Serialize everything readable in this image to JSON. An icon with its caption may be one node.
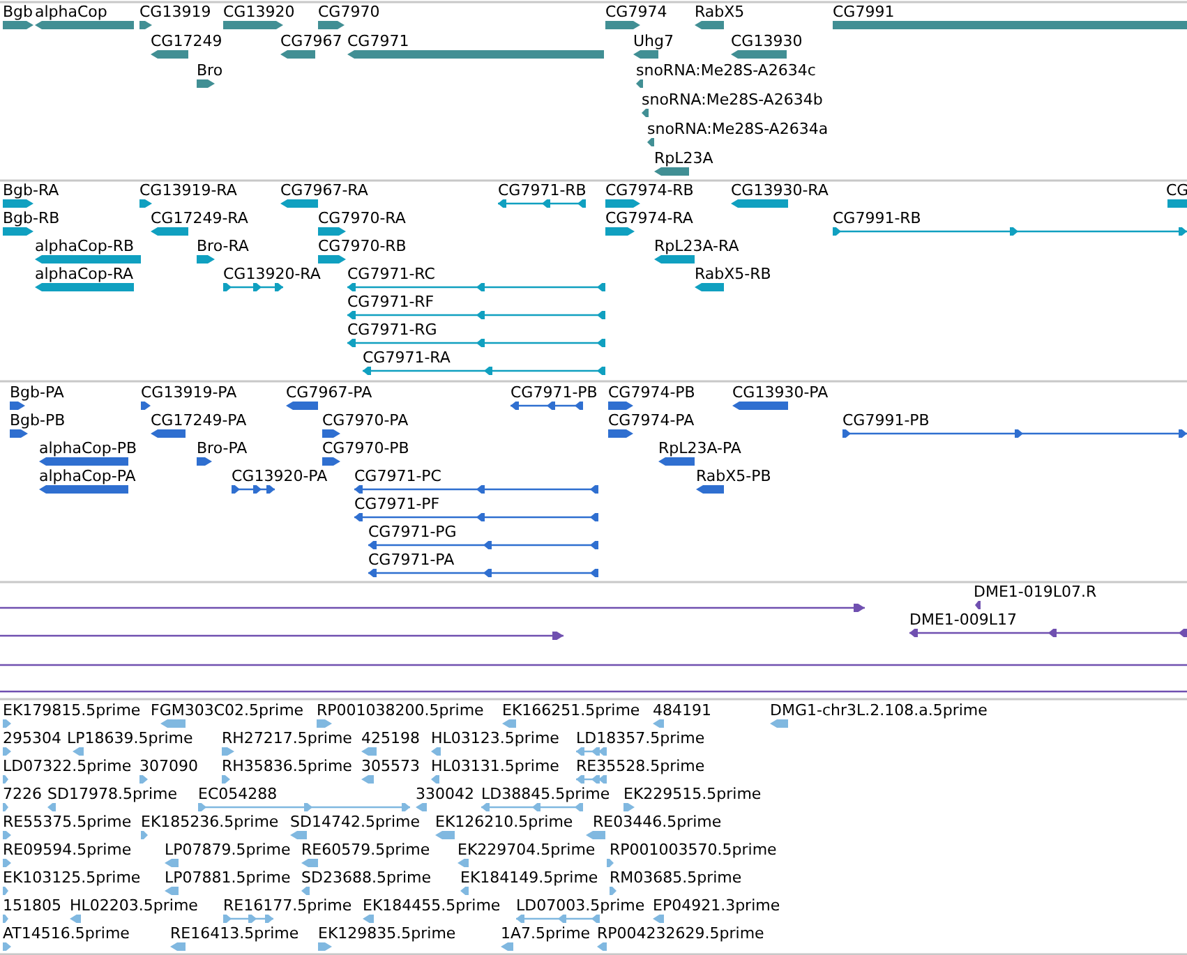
{
  "diagram": {
    "labels": [
      "Bgb",
      "alphaCop",
      "CG13919",
      "CG13920",
      "CG7970",
      "CG7974",
      "RabX5",
      "CG7991",
      "CG17249",
      "CG7967",
      "CG7971",
      "Uhg7",
      "CG13930",
      "Bro",
      "snoRNA:Me28S-A2634c",
      "snoRNA:Me28S-A2634b",
      "snoRNA:Me28S-A2634a",
      "RpL23A",
      "Bgb-RA",
      "CG13919-RA",
      "CG7967-RA",
      "CG7971-RB",
      "CG7974-RB",
      "CG13930-RA",
      "CG",
      "Bgb-RB",
      "CG17249-RA",
      "CG7970-RA",
      "CG7974-RA",
      "CG7991-RB",
      "alphaCop-RB",
      "Bro-RA",
      "CG7970-RB",
      "RpL23A-RA",
      "alphaCop-RA",
      "CG13920-RA",
      "CG7971-RC",
      "RabX5-RB",
      "CG7971-RF",
      "CG7971-RG",
      "CG7971-RA",
      "Bgb-PA",
      "CG13919-PA",
      "CG7967-PA",
      "CG7971-PB",
      "CG7974-PB",
      "CG13930-PA",
      "Bgb-PB",
      "CG17249-PA",
      "CG7970-PA",
      "CG7974-PA",
      "CG7991-PB",
      "alphaCop-PB",
      "Bro-PA",
      "CG7970-PB",
      "RpL23A-PA",
      "alphaCop-PA",
      "CG13920-PA",
      "CG7971-PC",
      "RabX5-PB",
      "CG7971-PF",
      "CG7971-PG",
      "CG7971-PA",
      "DME1-019L07.R",
      "DME1-009L17",
      "EK179815.5prime",
      "FGM303C02.5prime",
      "RP001038200.5prime",
      "EK166251.5prime",
      "484191",
      "DMG1-chr3L.2.108.a.5prime",
      "295304",
      "LP18639.5prime",
      "RH27217.5prime",
      "425198",
      "HL03123.5prime",
      "LD18357.5prime",
      "LD07322.5prime",
      "307090",
      "RH35836.5prime",
      "305573",
      "HL03131.5prime",
      "RE35528.5prime",
      "7226",
      "SD17978.5prime",
      "EC054288",
      "330042",
      "LD38845.5prime",
      "EK229515.5prime",
      "RE55375.5prime",
      "EK185236.5prime",
      "SD14742.5prime",
      "EK126210.5prime",
      "RE03446.5prime",
      "RE09594.5prime",
      "LP07879.5prime",
      "RE60579.5prime",
      "EK229704.5prime",
      "RP001003570.5prime",
      "EK103125.5prime",
      "LP07881.5prime",
      "SD23688.5prime",
      "EK184149.5prime",
      "RM03685.5prime",
      "151805",
      "HL02203.5prime",
      "RE16177.5prime",
      "EK184455.5prime",
      "LD07003.5prime",
      "EP04921.3prime",
      "AT14516.5prime",
      "RE16413.5prime",
      "EK129835.5prime",
      "1A7.5prime",
      "RP004232629.5prime"
    ]
  }
}
